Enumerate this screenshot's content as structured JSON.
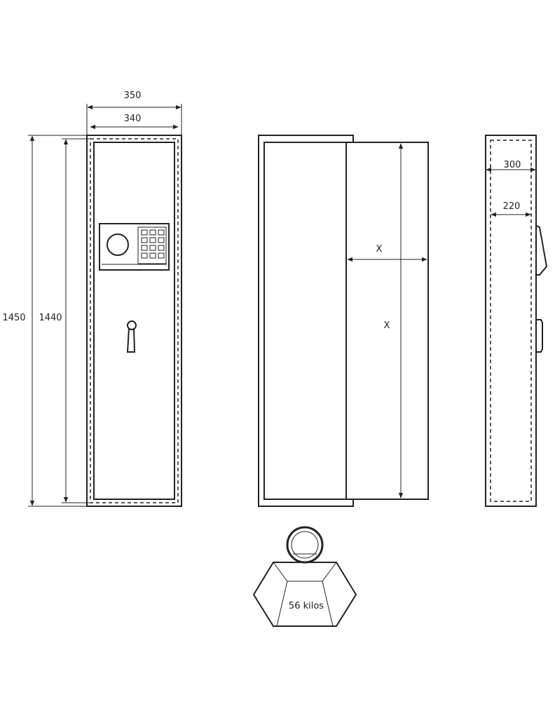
{
  "front_view": {
    "outer_width": "350",
    "inner_width": "340",
    "outer_height": "1450",
    "inner_height": "1440"
  },
  "open_view": {
    "door_width": "X",
    "door_height": "X"
  },
  "side_view": {
    "outer_depth": "300",
    "inner_depth": "220"
  },
  "weight": {
    "label": "56 kilos"
  }
}
